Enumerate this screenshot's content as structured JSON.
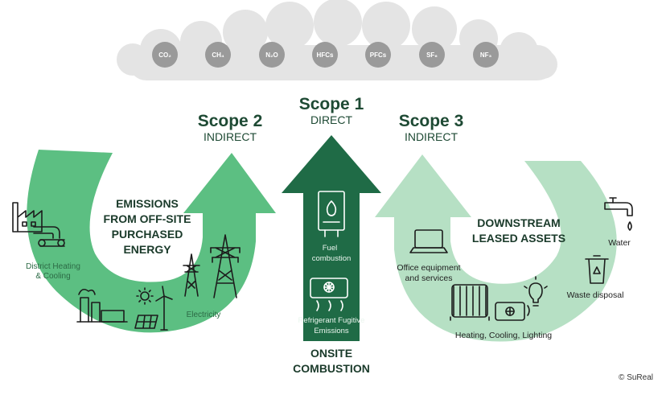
{
  "gases": [
    "CO₂",
    "CH₄",
    "N₂O",
    "HFCs",
    "PFCs",
    "SF₆",
    "NF₃"
  ],
  "scope1": {
    "title": "Scope 1",
    "subtitle": "DIRECT"
  },
  "scope2": {
    "title": "Scope 2",
    "subtitle": "INDIRECT"
  },
  "scope3": {
    "title": "Scope 3",
    "subtitle": "INDIRECT"
  },
  "left_block": [
    "EMISSIONS",
    "FROM OFF-SITE",
    "PURCHASED",
    "ENERGY"
  ],
  "center_block": [
    "ONSITE",
    "COMBUSTION"
  ],
  "right_block": [
    "DOWNSTREAM",
    "LEASED ASSETS"
  ],
  "labels": {
    "district_heating": [
      "District Heating",
      "& Cooling"
    ],
    "electricity": "Electricity",
    "fuel_combustion": [
      "Fuel",
      "combustion"
    ],
    "refrigerant": [
      "Refrigerant Fugitive",
      "Emissions"
    ],
    "office": [
      "Office equipment",
      "and services"
    ],
    "water": "Water",
    "waste": "Waste disposal",
    "heating": "Heating, Cooling, Lighting"
  },
  "copyright": "© SuReal",
  "colors": {
    "scope1_arrow": "#1f6b46",
    "scope2_arrow": "#5cbf82",
    "scope3_arrow": "#b6e0c4",
    "cloud": "#e4e4e4",
    "gas_circle": "#9a9a9a",
    "title_text": "#1e4a34"
  },
  "icons": [
    "factory-icon",
    "pipes-icon",
    "power-plant-icon",
    "sun-icon",
    "wind-turbine-icon",
    "solar-panel-icon",
    "pylon-icon",
    "boiler-icon",
    "air-conditioner-icon",
    "laptop-icon",
    "tap-icon",
    "recycle-bin-icon",
    "radiator-icon",
    "lightbulb-icon"
  ]
}
